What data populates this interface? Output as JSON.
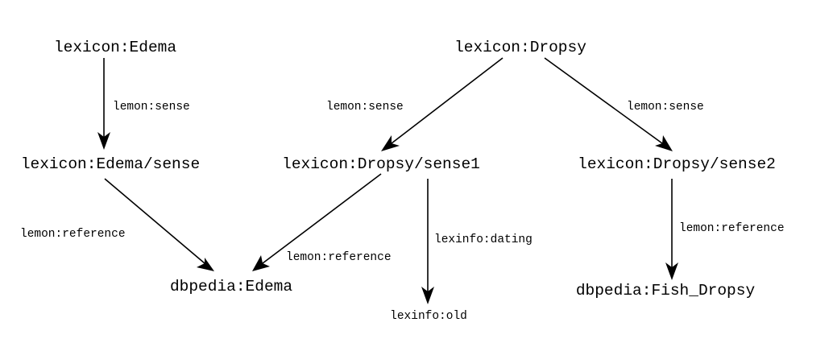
{
  "nodes": {
    "lexicon_edema": "lexicon:Edema",
    "lexicon_dropsy": "lexicon:Dropsy",
    "lexicon_edema_sense": "lexicon:Edema/sense",
    "lexicon_dropsy_sense1": "lexicon:Dropsy/sense1",
    "lexicon_dropsy_sense2": "lexicon:Dropsy/sense2",
    "dbpedia_edema": "dbpedia:Edema",
    "lexinfo_old": "lexinfo:old",
    "dbpedia_fish_dropsy": "dbpedia:Fish_Dropsy"
  },
  "edges": {
    "edema_sense": "lemon:sense",
    "dropsy_sense1": "lemon:sense",
    "dropsy_sense2": "lemon:sense",
    "edema_sense_reference": "lemon:reference",
    "sense1_reference": "lemon:reference",
    "sense1_dating": "lexinfo:dating",
    "sense2_reference": "lemon:reference"
  },
  "colors": {
    "ink": "#000000",
    "background": "#ffffff"
  }
}
